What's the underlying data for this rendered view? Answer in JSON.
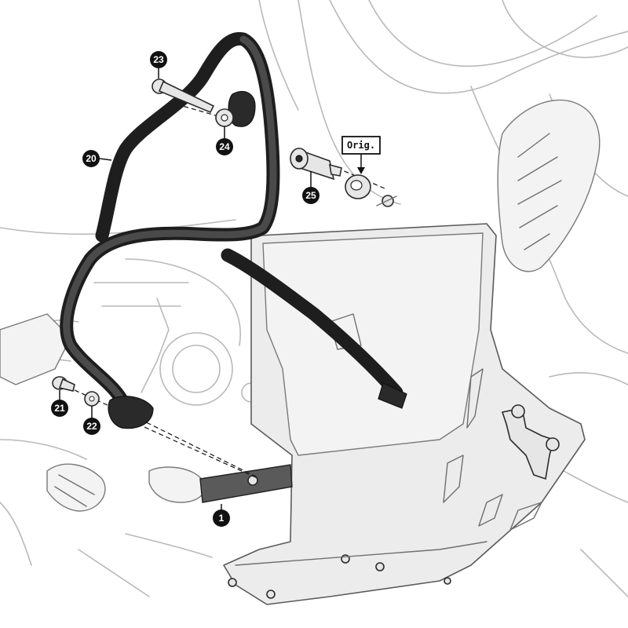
{
  "callouts": [
    {
      "id": "c1",
      "label": "1"
    },
    {
      "id": "c20",
      "label": "20"
    },
    {
      "id": "c21",
      "label": "21"
    },
    {
      "id": "c22",
      "label": "22"
    },
    {
      "id": "c23",
      "label": "23"
    },
    {
      "id": "c24",
      "label": "24"
    },
    {
      "id": "c25",
      "label": "25"
    }
  ],
  "orig_tag": "Orig.",
  "colors": {
    "callout_fill": "#111111",
    "tube": "#1e1e1e",
    "line_art": "#b9b9b9"
  }
}
